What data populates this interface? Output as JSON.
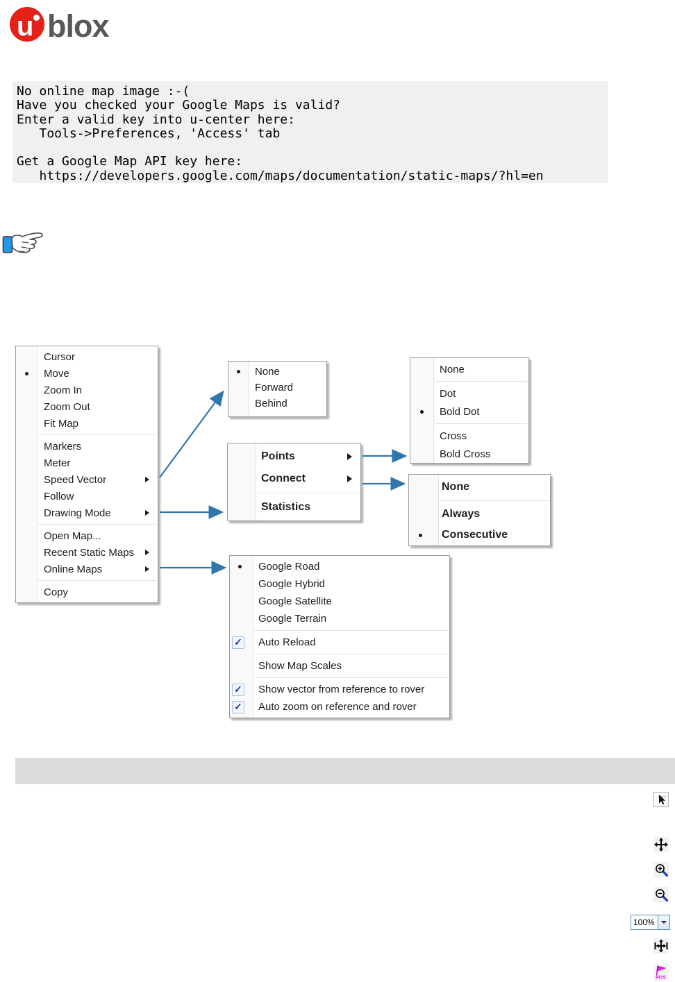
{
  "logo": {
    "brand_u": "u",
    "brand_rest": "blox"
  },
  "console": {
    "text": "No online map image :-(\nHave you checked your Google Maps is valid?\nEnter a valid key into u-center here:\n   Tools->Preferences, 'Access' tab\n\nGet a Google Map API key here:\n   https://developers.google.com/maps/documentation/static-maps/?hl=en"
  },
  "menus": {
    "main": {
      "items": [
        {
          "label": "Cursor"
        },
        {
          "label": "Move",
          "selected": true
        },
        {
          "label": "Zoom In"
        },
        {
          "label": "Zoom Out"
        },
        {
          "label": "Fit Map"
        },
        {
          "label": "Markers"
        },
        {
          "label": "Meter"
        },
        {
          "label": "Speed Vector",
          "submenu": true
        },
        {
          "label": "Follow"
        },
        {
          "label": "Drawing Mode",
          "submenu": true
        },
        {
          "label": "Open Map..."
        },
        {
          "label": "Recent Static Maps",
          "submenu": true
        },
        {
          "label": "Online Maps",
          "submenu": true
        },
        {
          "label": "Copy"
        }
      ]
    },
    "speed_vector": {
      "items": [
        {
          "label": "None",
          "selected": true
        },
        {
          "label": "Forward"
        },
        {
          "label": "Behind"
        }
      ]
    },
    "drawing_mode": {
      "items": [
        {
          "label": "Points",
          "submenu": true
        },
        {
          "label": "Connect",
          "submenu": true
        },
        {
          "label": "Statistics"
        }
      ]
    },
    "points": {
      "items": [
        {
          "label": "None"
        },
        {
          "label": "Dot"
        },
        {
          "label": "Bold Dot",
          "selected": true
        },
        {
          "label": "Cross"
        },
        {
          "label": "Bold Cross"
        }
      ]
    },
    "connect": {
      "items": [
        {
          "label": "None"
        },
        {
          "label": "Always"
        },
        {
          "label": "Consecutive",
          "selected": true
        }
      ]
    },
    "online_maps": {
      "items": [
        {
          "label": "Google Road",
          "selected": true
        },
        {
          "label": "Google Hybrid"
        },
        {
          "label": "Google Satellite"
        },
        {
          "label": "Google Terrain"
        },
        {
          "label": "Auto Reload",
          "checked": true
        },
        {
          "label": "Show Map Scales"
        },
        {
          "label": "Show vector from reference to rover",
          "checked": true
        },
        {
          "label": "Auto zoom on reference and rover",
          "checked": true
        }
      ]
    }
  },
  "toolbar": {
    "zoom_value": "100%",
    "pos_flag_label": "POS"
  },
  "icons": {
    "check_glyph": "✓",
    "accent_arrow_color": "#2f76ad",
    "pos_flag_color": "#e624e6",
    "names": [
      "cursor-tool-icon",
      "move-icon",
      "zoom-in-icon",
      "zoom-out-icon",
      "fit-view-icon",
      "pos-flag-icon"
    ]
  }
}
